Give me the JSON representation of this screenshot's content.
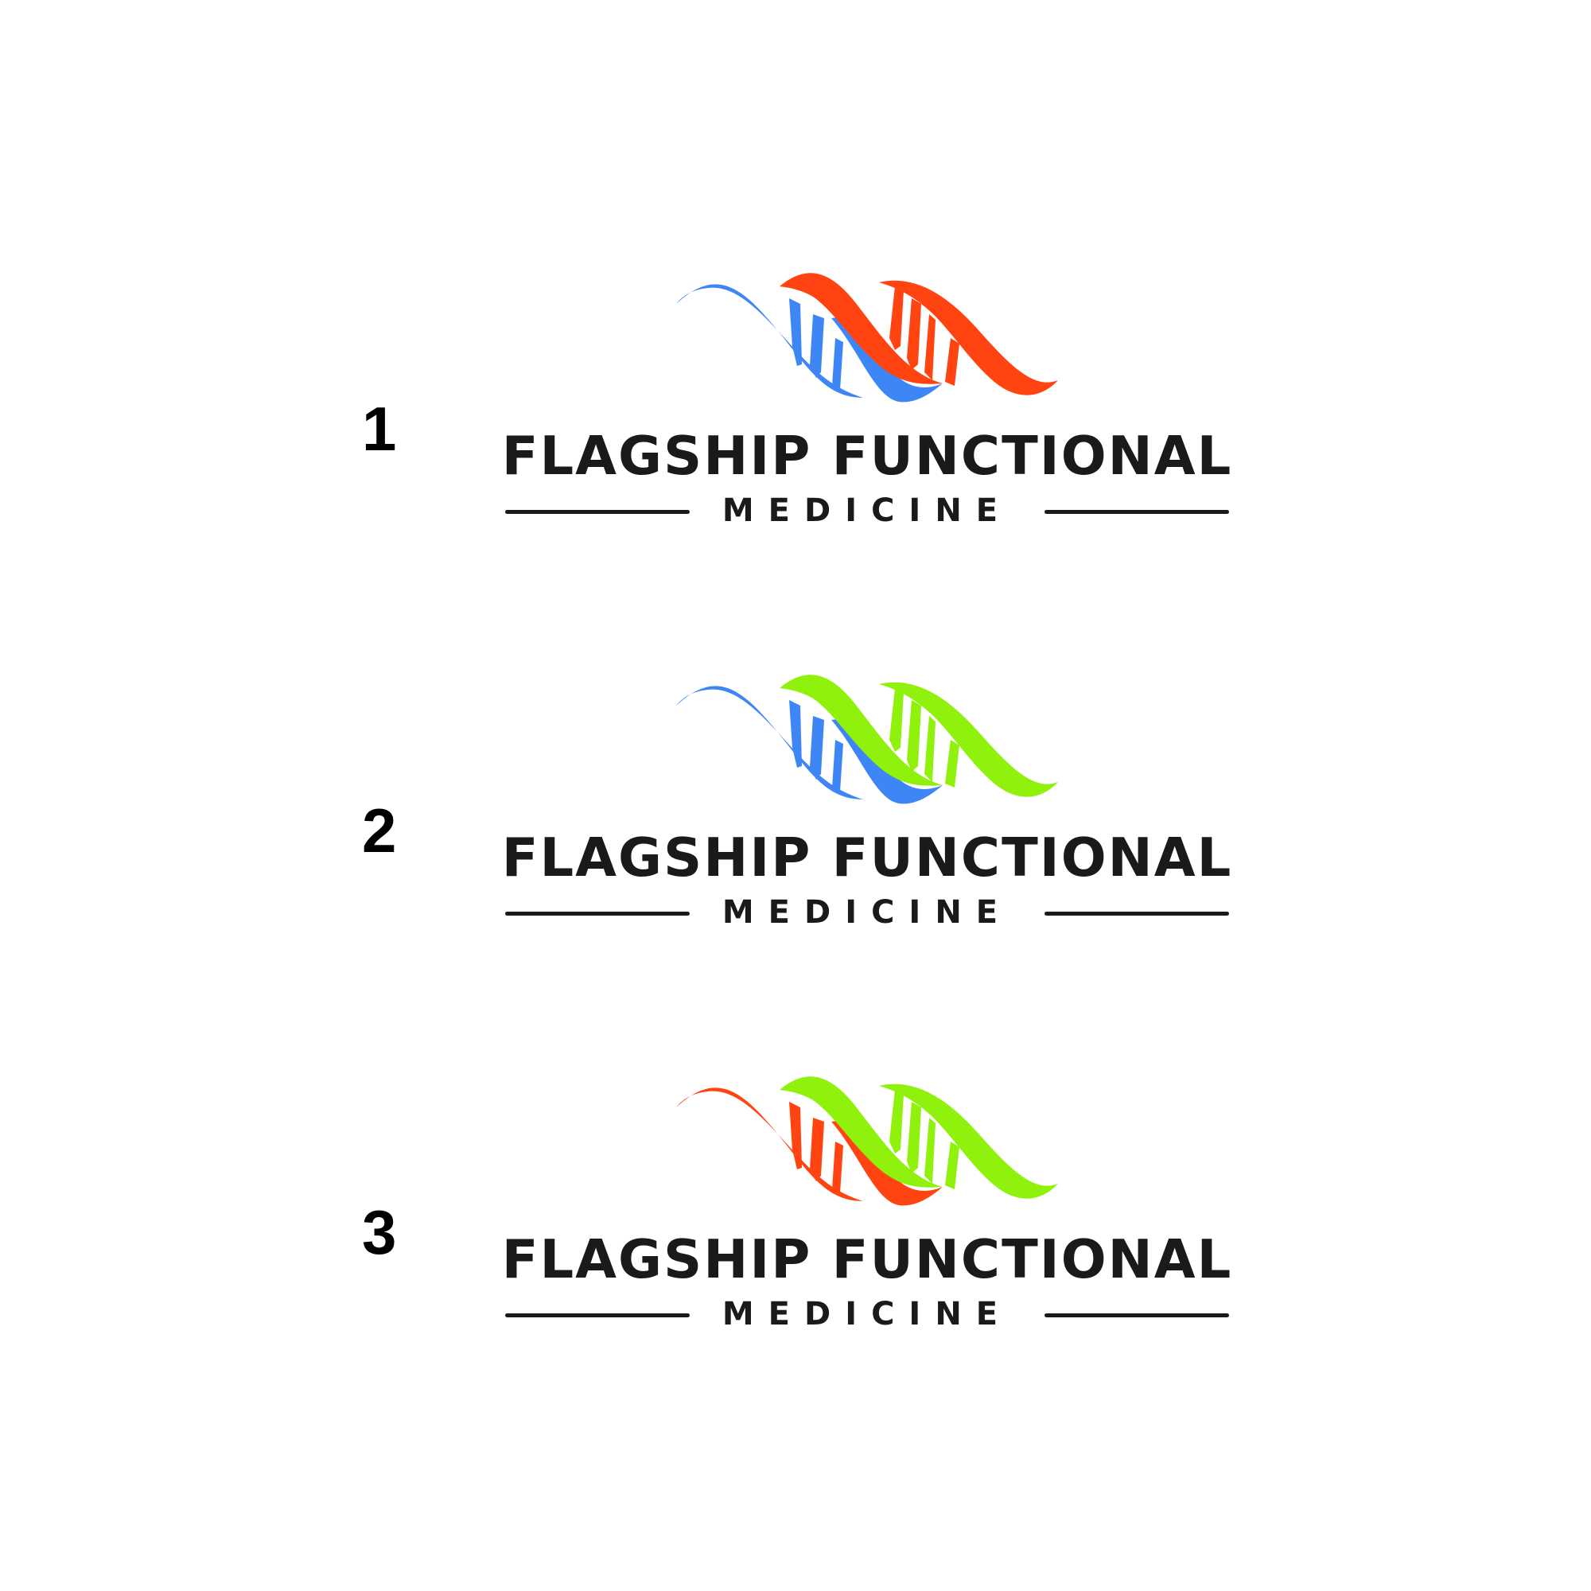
{
  "variants": [
    {
      "number": "1",
      "company_name": "FLAGSHIP FUNCTIONAL",
      "tagline": "MEDICINE",
      "strand_left_color": "#3e86f5",
      "strand_right_color": "#ff4411"
    },
    {
      "number": "2",
      "company_name": "FLAGSHIP FUNCTIONAL",
      "tagline": "MEDICINE",
      "strand_left_color": "#3e86f5",
      "strand_right_color": "#8ff10c"
    },
    {
      "number": "3",
      "company_name": "FLAGSHIP FUNCTIONAL",
      "tagline": "MEDICINE",
      "strand_left_color": "#ff4411",
      "strand_right_color": "#8ff10c"
    }
  ]
}
